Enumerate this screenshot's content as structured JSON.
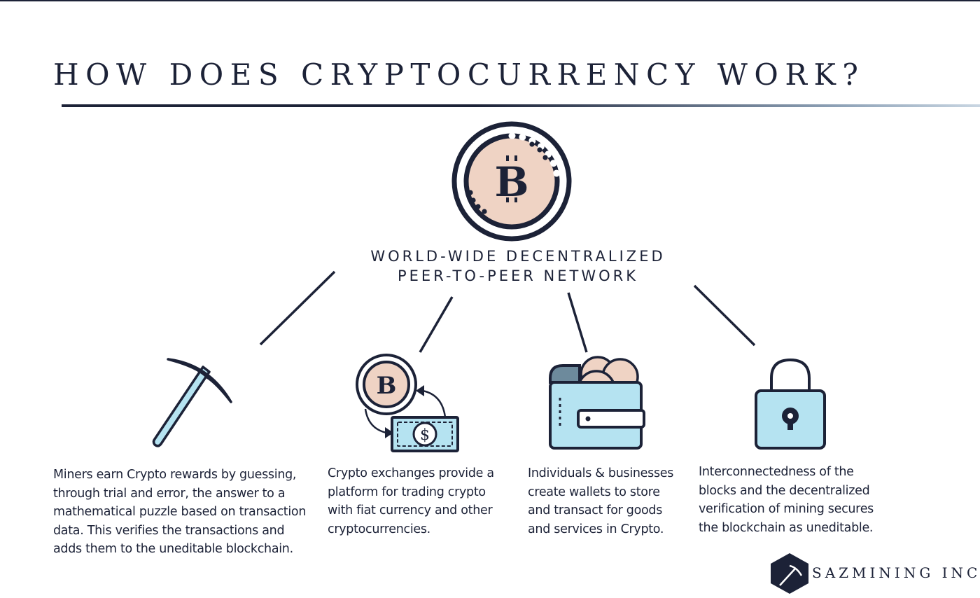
{
  "title": "HOW DOES CRYPTOCURRENCY WORK?",
  "hub": {
    "icon": "bitcoin-coin-icon",
    "symbol": "B",
    "label_lines": [
      "WORLD-WIDE DECENTRALIZED",
      "PEER-TO-PEER NETWORK"
    ]
  },
  "branches": [
    {
      "icon": "pickaxe-icon",
      "lines": [
        "Miners earn Crypto rewards by guessing,",
        "through trial and error, the answer to a",
        "mathematical puzzle based on transaction",
        "data.  This verifies the transactions and",
        "adds them to the uneditable blockchain."
      ]
    },
    {
      "icon": "exchange-icon",
      "coin_symbol": "B",
      "bill_symbol": "$",
      "lines": [
        "Crypto exchanges provide a",
        "platform for trading crypto",
        "with fiat currency and other",
        "cryptocurrencies."
      ]
    },
    {
      "icon": "wallet-icon",
      "lines": [
        "Individuals & businesses",
        "create wallets to store",
        "and transact for goods",
        "and services in Crypto."
      ]
    },
    {
      "icon": "padlock-icon",
      "lines": [
        "Interconnectedness of the",
        "blocks and the decentralized",
        "verification of mining secures",
        "the blockchain as uneditable."
      ]
    }
  ],
  "brand": {
    "name": "SAZMINING INC.",
    "logo_icon": "hexagon-pickaxe-logo-icon"
  },
  "colors": {
    "navy": "#1c2237",
    "coin_fill": "#efd3c4",
    "ice_blue": "#b5e3f1"
  }
}
